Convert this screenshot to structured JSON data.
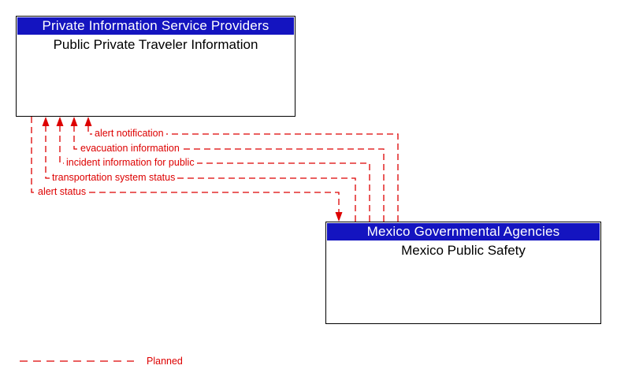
{
  "boxes": {
    "provider": {
      "header": "Private Information Service Providers",
      "title": "Public Private Traveler Information"
    },
    "mexico": {
      "header": "Mexico Governmental Agencies",
      "title": "Mexico Public Safety"
    }
  },
  "flows": [
    {
      "label": "alert notification",
      "from": "Mexico Public Safety",
      "to": "Public Private Traveler Information",
      "status": "planned"
    },
    {
      "label": "evacuation information",
      "from": "Mexico Public Safety",
      "to": "Public Private Traveler Information",
      "status": "planned"
    },
    {
      "label": "incident information for public",
      "from": "Mexico Public Safety",
      "to": "Public Private Traveler Information",
      "status": "planned"
    },
    {
      "label": "transportation system status",
      "from": "Mexico Public Safety",
      "to": "Public Private Traveler Information",
      "status": "planned"
    },
    {
      "label": "alert status",
      "from": "Public Private Traveler Information",
      "to": "Mexico Public Safety",
      "status": "planned"
    }
  ],
  "legend": {
    "planned_label": "Planned"
  },
  "colors": {
    "flow_red": "#dd0000",
    "header_blue": "#1414c0",
    "header_text": "#ffffff",
    "box_border": "#000000"
  }
}
